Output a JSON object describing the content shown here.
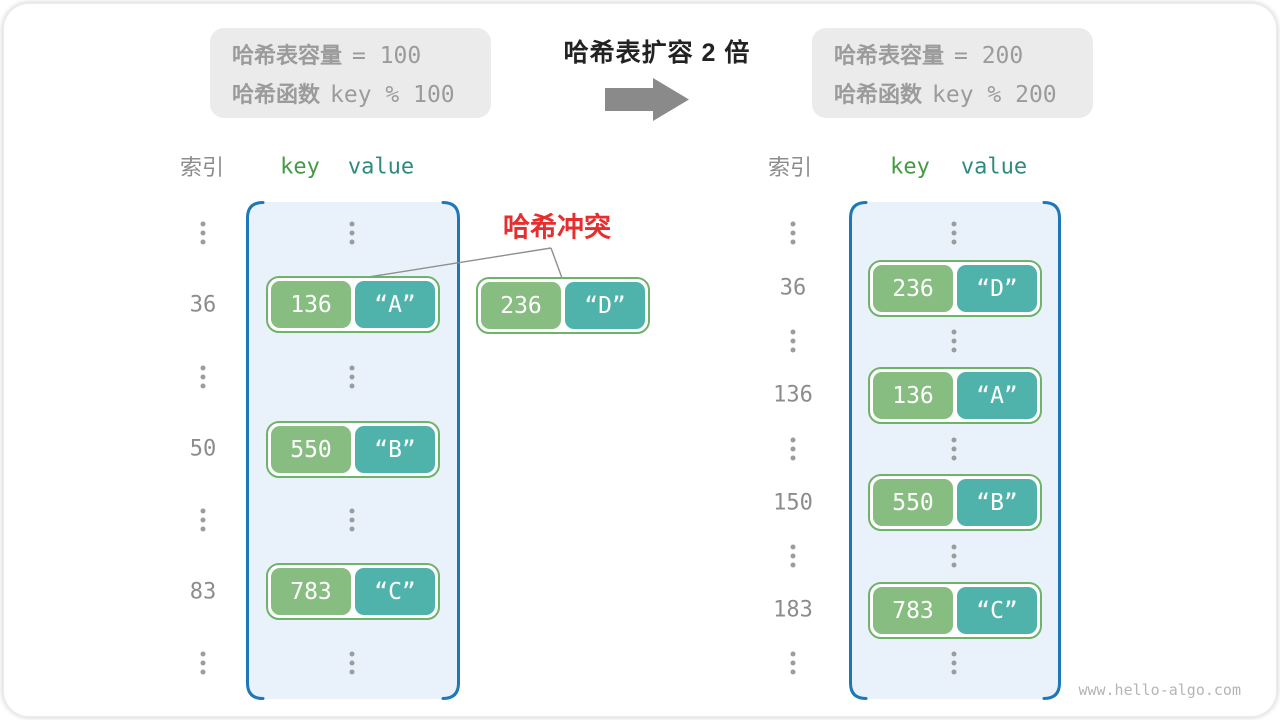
{
  "info_left": {
    "cap_label": "哈希表容量",
    "cap_value": "= 100",
    "fn_label": "哈希函数",
    "fn_value": "key % 100"
  },
  "info_right": {
    "cap_label": "哈希表容量",
    "cap_value": "= 200",
    "fn_label": "哈希函数",
    "fn_value": "key % 200"
  },
  "center": {
    "title": "哈希表扩容 2 倍"
  },
  "icons": {
    "arrow": "block-arrow-right",
    "ellipsis": "⋮"
  },
  "colors": {
    "key_green": "#88bd81",
    "value_teal": "#4fb3ac",
    "pair_border_green": "#6fb269",
    "bucket_border_blue": "#1d78ba",
    "bucket_fill_blue": "#e9f2fb",
    "collision_red": "#e62e2e",
    "muted_gray": "#9b9b9b",
    "header_key_green": "#449944",
    "header_value_teal": "#2f8a80"
  },
  "left_table": {
    "index_header": "索引",
    "key_header": "key",
    "value_header": "value",
    "rows": [
      {
        "index": "36",
        "key": "136",
        "value": "“A”"
      },
      {
        "index": "50",
        "key": "550",
        "value": "“B”"
      },
      {
        "index": "83",
        "key": "783",
        "value": "“C”"
      }
    ]
  },
  "right_table": {
    "index_header": "索引",
    "key_header": "key",
    "value_header": "value",
    "rows": [
      {
        "index": "36",
        "key": "236",
        "value": "“D”"
      },
      {
        "index": "136",
        "key": "136",
        "value": "“A”"
      },
      {
        "index": "150",
        "key": "550",
        "value": "“B”"
      },
      {
        "index": "183",
        "key": "783",
        "value": "“C”"
      }
    ]
  },
  "collision": {
    "label": "哈希冲突",
    "pair": {
      "key": "236",
      "value": "“D”"
    }
  },
  "watermark": "www.hello-algo.com"
}
